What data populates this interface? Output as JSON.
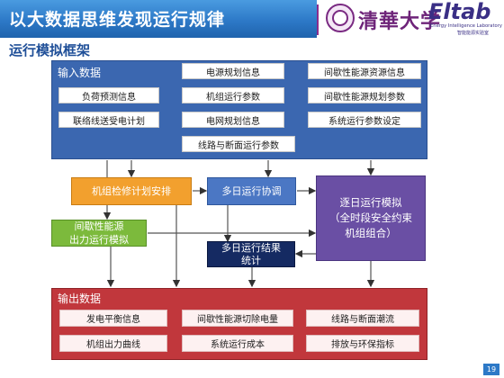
{
  "header": {
    "title": "以大数据思维发现运行规律",
    "logo_text": "清華大学",
    "logo_brand": "Eltab",
    "logo_sub_en": "Energy Intelligence Laboratory",
    "logo_sub_cn": "智能能源实验室"
  },
  "subtitle": "运行模拟框架",
  "input_panel": {
    "label": "输入数据",
    "items": [
      "电源规划信息",
      "间歇性能源资源信息",
      "负荷预测信息",
      "机组运行参数",
      "间歇性能源规划参数",
      "联络线送受电计划",
      "电网规划信息",
      "系统运行参数设定",
      "线路与断面运行参数"
    ]
  },
  "process": {
    "maintenance": "机组检修计划安排",
    "multi_day": "多日运行协调",
    "renewable_line1": "间歇性能源",
    "renewable_line2": "出力运行模拟",
    "daily_line1": "逐日运行模拟",
    "daily_line2": "（全时段安全约束",
    "daily_line3": "机组组合）",
    "stats_line1": "多日运行结果",
    "stats_line2": "统计"
  },
  "output_panel": {
    "label": "输出数据",
    "items": [
      "发电平衡信息",
      "间歇性能源切除电量",
      "线路与断面潮流",
      "机组出力曲线",
      "系统运行成本",
      "排放与环保指标"
    ]
  },
  "colors": {
    "input_panel": "#3b67b0",
    "output_panel": "#c1373c",
    "maintenance": "#f2a02e",
    "multi_day": "#4b77c4",
    "renewable": "#7cba3c",
    "daily": "#6a4fa4",
    "stats": "#152a62",
    "title_bar": "#2d79c7"
  },
  "page_number": "19"
}
